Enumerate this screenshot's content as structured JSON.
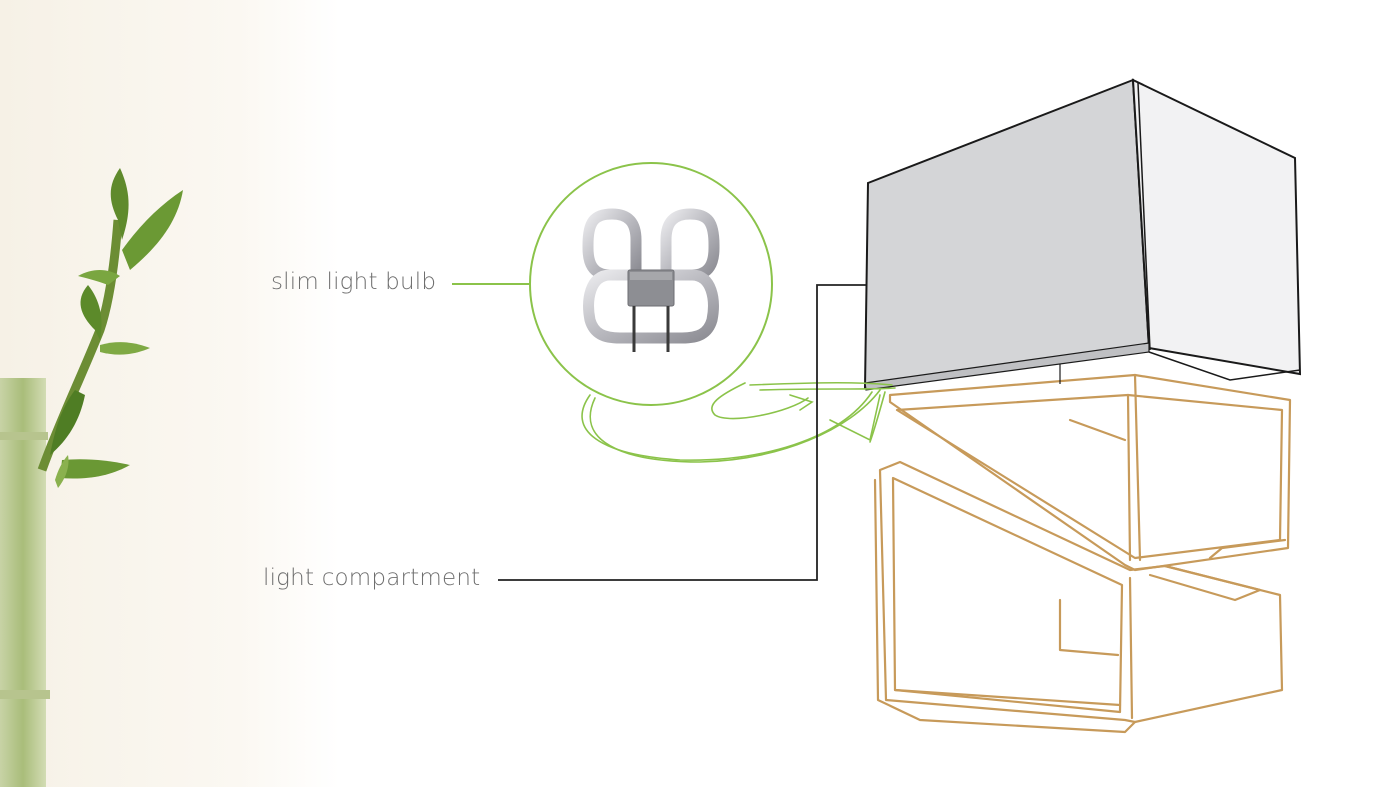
{
  "labels": {
    "bulb": "slim light bulb",
    "compartment": "light compartment"
  },
  "colors": {
    "bulb_callout": "#8bc34a",
    "compartment_callout": "#222222",
    "lamp_front": "#d4d5d7",
    "lamp_side": "#f2f2f3",
    "frame_outline": "#c79a5a",
    "bamboo": "#7fa64a"
  },
  "icons": [
    "bamboo-plant",
    "2d-fluorescent-bulb",
    "lamp-box",
    "wooden-frame"
  ]
}
